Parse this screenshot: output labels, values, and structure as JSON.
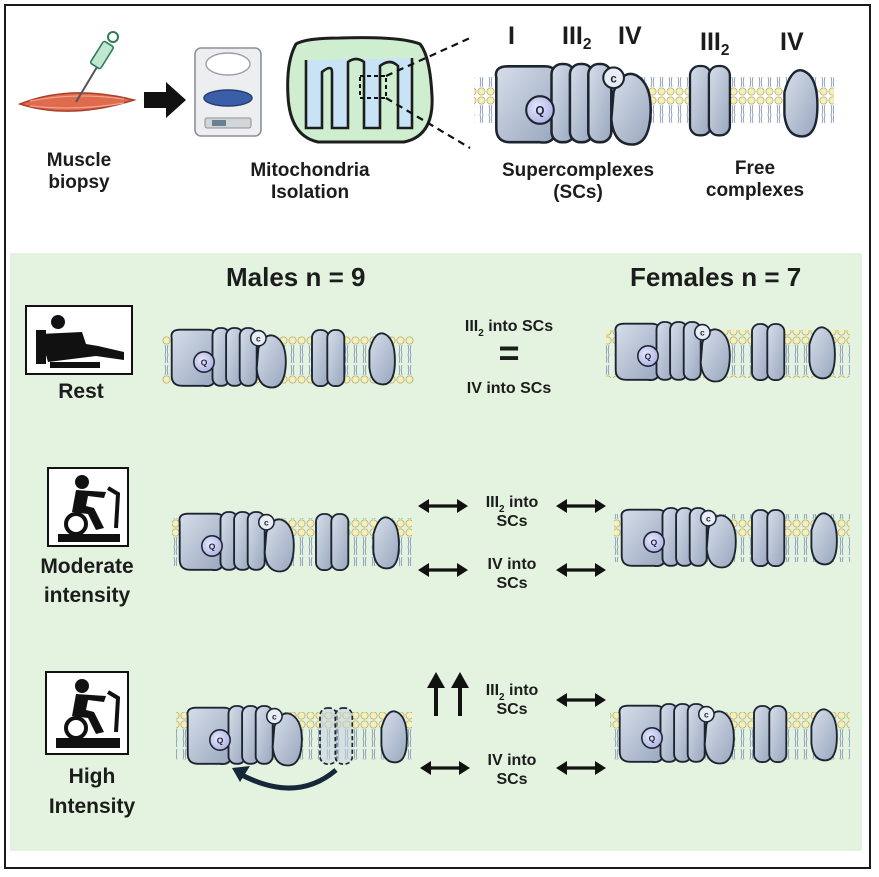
{
  "workflow": {
    "muscle_biopsy": [
      "Muscle",
      "biopsy"
    ],
    "mitochondria_isolation": [
      "Mitochondria",
      "Isolation"
    ],
    "supercomplexes": [
      "Supercomplexes",
      "(SCs)"
    ],
    "free_complexes": [
      "Free",
      "complexes"
    ],
    "roman_labels": {
      "complex_i": "I",
      "complex_iii": "III",
      "complex_iii_sub": "2",
      "complex_iv": "IV"
    },
    "protein_labels": {
      "ubiquinone": "Q",
      "cytochrome_c": "c"
    }
  },
  "groups": {
    "males": "Males n = 9",
    "females": "Females n = 7"
  },
  "conditions": [
    {
      "name": [
        "Rest"
      ],
      "iii_line1": "III",
      "iii_sub": "2",
      "iii_rest": " into SCs",
      "relation": "=",
      "iv_line": "IV into SCs"
    },
    {
      "name": [
        "Moderate",
        "intensity"
      ],
      "iii_line1": "III",
      "iii_sub": "2",
      "iii_rest": " into",
      "iii_line2": "SCs",
      "iv_line1": "IV into",
      "iv_line2": "SCs",
      "change_iii": "no change",
      "change_iv": "no change"
    },
    {
      "name": [
        "High",
        "Intensity"
      ],
      "iii_line1": "III",
      "iii_sub": "2",
      "iii_rest": " into",
      "iii_line2": "SCs",
      "iv_line1": "IV into",
      "iv_line2": "SCs",
      "change_iii": "increase in males",
      "change_iv": "no change"
    }
  ],
  "colors": {
    "panel_bg": "#e4f3e0",
    "complex_fill": "#b8c4d6",
    "quinone_fill": "#c7c9ee",
    "membrane_head": "#f6f0b6",
    "mitochondrion_fill": "#cfeecf",
    "muscle_fill": "#e06a4e",
    "arc_arrow": "#14283a"
  },
  "icons": [
    "muscle-icon",
    "needle-icon",
    "centrifuge-icon",
    "mitochondrion-icon",
    "recliner-icon",
    "exercise-bike-icon",
    "double-arrow-icon",
    "up-arrow-icon",
    "curved-arrow-icon"
  ]
}
